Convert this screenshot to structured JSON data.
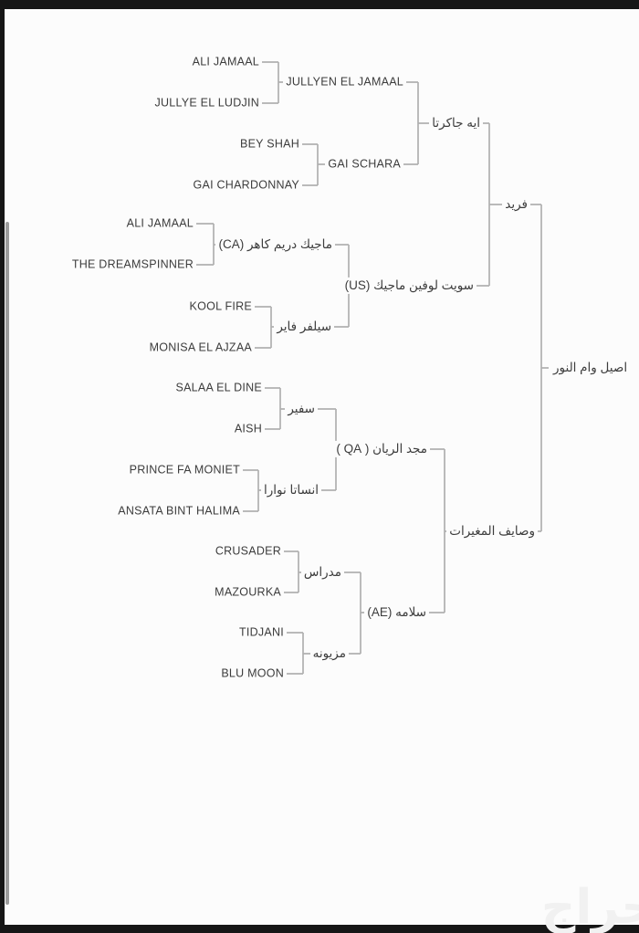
{
  "page": {
    "background_color": "#fcfcfc",
    "frame_color": "#161616",
    "line_color": "#b0b0b0",
    "text_color": "#3c3c3c",
    "scrollbar_color": "#9c9c9c",
    "watermark_color": "#f1f1f1"
  },
  "watermark": {
    "text": "حراج"
  },
  "pedigree": {
    "name": "اصيل وام النور",
    "top": {
      "name": "فريد",
      "top": {
        "name": "ايه جاكرتا",
        "top": {
          "name": "JULLYEN EL JAMAAL",
          "top": {
            "name": "ALI JAMAAL"
          },
          "bottom": {
            "name": "JULLYE EL LUDJIN"
          }
        },
        "bottom": {
          "name": "GAI SCHARA",
          "top": {
            "name": "BEY SHAH"
          },
          "bottom": {
            "name": "GAI CHARDONNAY"
          }
        }
      },
      "bottom": {
        "name": "سويت لوفين ماجيك (US)",
        "top": {
          "name": "ماجيك دريم كاهر (CA)",
          "top": {
            "name": "ALI JAMAAL"
          },
          "bottom": {
            "name": "THE DREAMSPINNER"
          }
        },
        "bottom": {
          "name": "سيلفر فاير",
          "top": {
            "name": "KOOL FIRE"
          },
          "bottom": {
            "name": "MONISA EL AJZAA"
          }
        }
      }
    },
    "bottom": {
      "name": "وصايف المغيرات",
      "top": {
        "name": "مجد الريان ( QA )",
        "top": {
          "name": "سفير",
          "top": {
            "name": "SALAA EL DINE"
          },
          "bottom": {
            "name": "AISH"
          }
        },
        "bottom": {
          "name": "انساتا نوارا",
          "top": {
            "name": "PRINCE FA MONIET"
          },
          "bottom": {
            "name": "ANSATA BINT HALIMA"
          }
        }
      },
      "bottom": {
        "name": "سلامه (AE)",
        "top": {
          "name": "مدراس",
          "top": {
            "name": "CRUSADER"
          },
          "bottom": {
            "name": "MAZOURKA"
          }
        },
        "bottom": {
          "name": "مزيونه",
          "top": {
            "name": "TIDJANI"
          },
          "bottom": {
            "name": "BLU MOON"
          }
        }
      }
    }
  }
}
